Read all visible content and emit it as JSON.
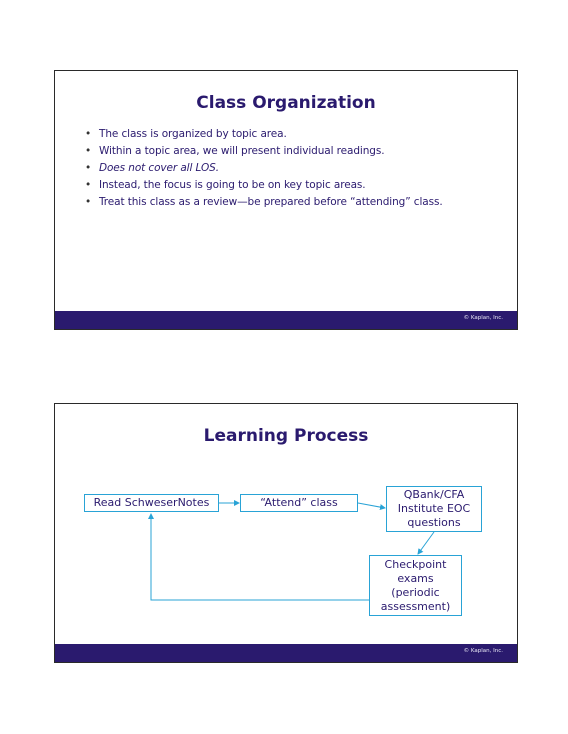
{
  "slide1": {
    "title": "Class Organization",
    "bullets": [
      "The class is organized by topic area.",
      "Within a topic area, we will present individual readings.",
      "Does not cover all LOS.",
      "Instead, the focus is going to be on key topic areas.",
      "Treat this class as a review—be prepared before “attending” class."
    ],
    "copyright": "© Kaplan, Inc."
  },
  "slide2": {
    "title": "Learning Process",
    "boxes": {
      "read": "Read SchweserNotes",
      "attend": "“Attend” class",
      "qbank": "QBank/CFA\nInstitute EOC\nquestions",
      "checkpoint": "Checkpoint\nexams\n(periodic\nassessment)"
    },
    "copyright": "© Kaplan, Inc."
  },
  "colors": {
    "title": "#2a1a6e",
    "footer_bar": "#2a1a6e",
    "flow_line": "#29a3d6"
  }
}
